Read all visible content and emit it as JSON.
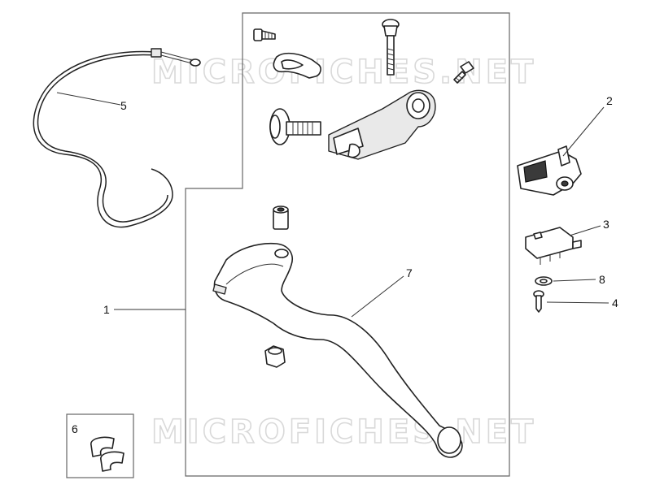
{
  "watermark": {
    "text_top": "MICROFICHES.NET",
    "text_bottom": "MICROFICHES.NET"
  },
  "callouts": {
    "c1": "1",
    "c2": "2",
    "c3": "3",
    "c4": "4",
    "c5": "5",
    "c6": "6",
    "c7": "7",
    "c8": "8"
  }
}
